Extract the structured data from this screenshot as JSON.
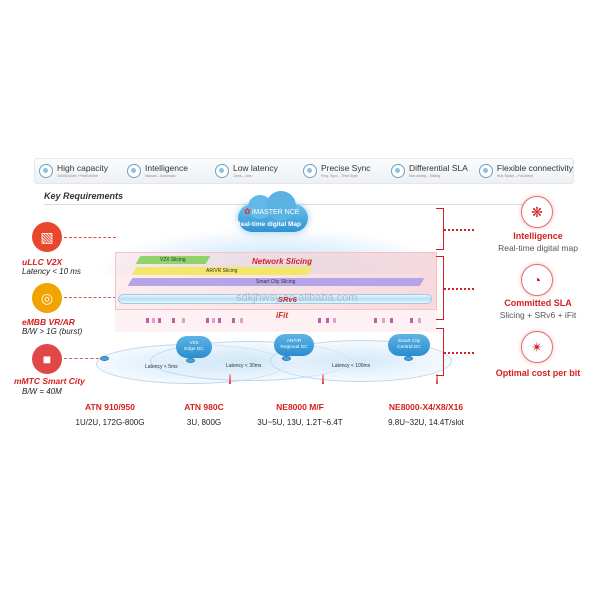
{
  "requirements": [
    {
      "title": "High capacity",
      "sub": "400GE/ports +FlexE/s/line",
      "icon": "capacity-icon"
    },
    {
      "title": "Intelligence",
      "sub": "Manual→Automatic",
      "icon": "intelligence-icon"
    },
    {
      "title": "Low latency",
      "sub": "10ms→1ms",
      "icon": "latency-icon"
    },
    {
      "title": "Precise Sync",
      "sub": "Freq. Sync→Time Sync",
      "icon": "sync-icon"
    },
    {
      "title": "Differential SLA",
      "sub": "Non-slicing→Slicing",
      "icon": "sla-icon"
    },
    {
      "title": "Flexible connectivity",
      "sub": "Hub Spoke→Full-Mesh",
      "icon": "connectivity-icon"
    }
  ],
  "section_title": "Key Requirements",
  "scenarios": [
    {
      "title": "uLLC V2X",
      "sub": "Latency < 10 ms",
      "color": "#e8472e",
      "icon": "car-icon"
    },
    {
      "title": "eMBB VR/AR",
      "sub": "B/W > 1G (burst)",
      "color": "#f1a300",
      "icon": "vr-headset-icon"
    },
    {
      "title": "mMTC Smart City",
      "sub": "B/W = 40M",
      "color": "#e04848",
      "icon": "city-icon"
    }
  ],
  "center": {
    "cloud_title": "iMASTER NCE",
    "cloud_sub": "Real-time digital Map",
    "network_slicing": "Network Slicing",
    "slices": [
      "V2X Slicing",
      "AR/VR Slicing",
      "Smart City Slicing"
    ],
    "srv6": "SRv6",
    "ifit": "iFit",
    "dcs": [
      {
        "name": "V2X",
        "sub": "Edge DC"
      },
      {
        "name": "AR/VR",
        "sub": "Regional DC"
      },
      {
        "name": "Smart City",
        "sub": "Central DC"
      }
    ],
    "latencies": [
      "Latency < 5ms",
      "Latency < 30ms",
      "Latency < 100ms"
    ],
    "watermark": "sdkjhwsy.en.alibaba.com"
  },
  "capabilities": [
    {
      "title": "Intelligence",
      "sub": "Real-time digital map",
      "icon": "brain-icon"
    },
    {
      "title": "Committed SLA",
      "sub": "Slicing + SRv6 + iFit",
      "icon": "gauge-icon"
    },
    {
      "title": "Optimal cost per bit",
      "sub": "",
      "icon": "network-nodes-icon"
    }
  ],
  "products": [
    {
      "name": "ATN 910/950",
      "spec": "1U/2U, 172G-800G"
    },
    {
      "name": "ATN 980C",
      "spec": "3U, 800G"
    },
    {
      "name": "NE8000 M/F",
      "spec": "3U~5U, 13U, 1.2T~6.4T"
    },
    {
      "name": "NE8000-X4/X8/X16",
      "spec": "9.8U~32U, 14.4T/slot"
    }
  ],
  "colors": {
    "accent_red": "#d42020",
    "accent_blue": "#2f93d3",
    "slice_green": "#8fd36a",
    "slice_yellow": "#f3e76a",
    "slice_purple": "#b5a4e8"
  }
}
